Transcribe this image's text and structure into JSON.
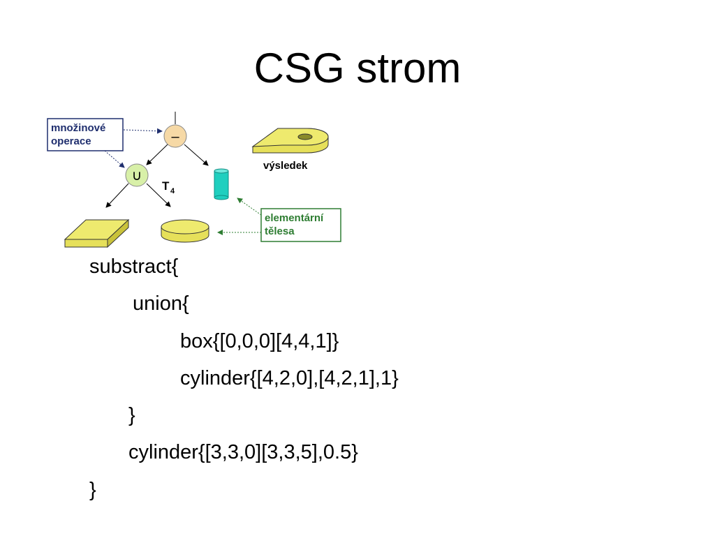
{
  "title": "CSG strom",
  "diagram": {
    "box_operations": {
      "line1": "množinové",
      "line2": "operace"
    },
    "box_elements": {
      "line1": "elementární",
      "line2": "tělesa"
    },
    "result_label": "výsledek",
    "node_minus": "–",
    "node_union": "∪",
    "node_t4": "T",
    "node_t4_sub": "4",
    "colors": {
      "yellow": "#eeea6e",
      "cyan": "#1fcfbf",
      "blue_box_border": "#1f2e6e",
      "blue_text": "#1f2e6e",
      "green_box_border": "#2e7d32",
      "green_text": "#2e7d32",
      "minus_node_fill": "#f6d9a6",
      "union_node_fill": "#d8f0a8"
    }
  },
  "code": {
    "line1": "substract{",
    "line2": "union{",
    "line3": "box{[0,0,0][4,4,1]}",
    "line4": "cylinder{[4,2,0],[4,2,1],1}",
    "line5": "}",
    "line6": "cylinder{[3,3,0][3,3,5],0.5}",
    "line7": "}"
  }
}
